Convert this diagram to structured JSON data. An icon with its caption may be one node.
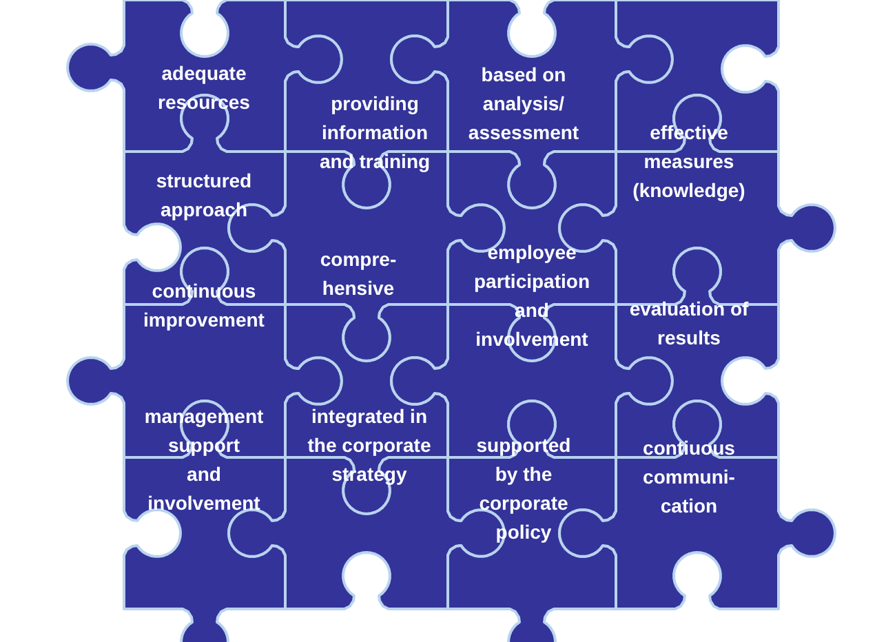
{
  "diagram": {
    "nodes": [
      {
        "text": [
          "adequate resources"
        ]
      },
      {
        "text": [
          "providing information and training"
        ]
      },
      {
        "text": [
          "based on analysis/ assessment"
        ]
      },
      {
        "text": [],
        "shape": "piece"
      },
      {
        "text": [
          "structured approach"
        ]
      },
      {
        "text": [
          "compre- hensive"
        ]
      },
      {
        "text": [
          "employee participation and involvement"
        ]
      },
      {
        "text": [
          "effective measures (knowledge)"
        ]
      },
      {
        "text": [
          "continuous improvement"
        ]
      },
      {
        "text": [
          "integrated in the corporate strategy"
        ]
      },
      {
        "text": [],
        "shape": "piece"
      },
      {
        "text": [
          "evaluation of results"
        ]
      },
      {
        "text": [
          "management support and involvement"
        ]
      },
      {
        "text": [],
        "shape": "piece"
      },
      {
        "text": [
          "supported by the corporate policy"
        ]
      },
      {
        "text": [
          "contiuous communi- cation"
        ]
      }
    ]
  }
}
